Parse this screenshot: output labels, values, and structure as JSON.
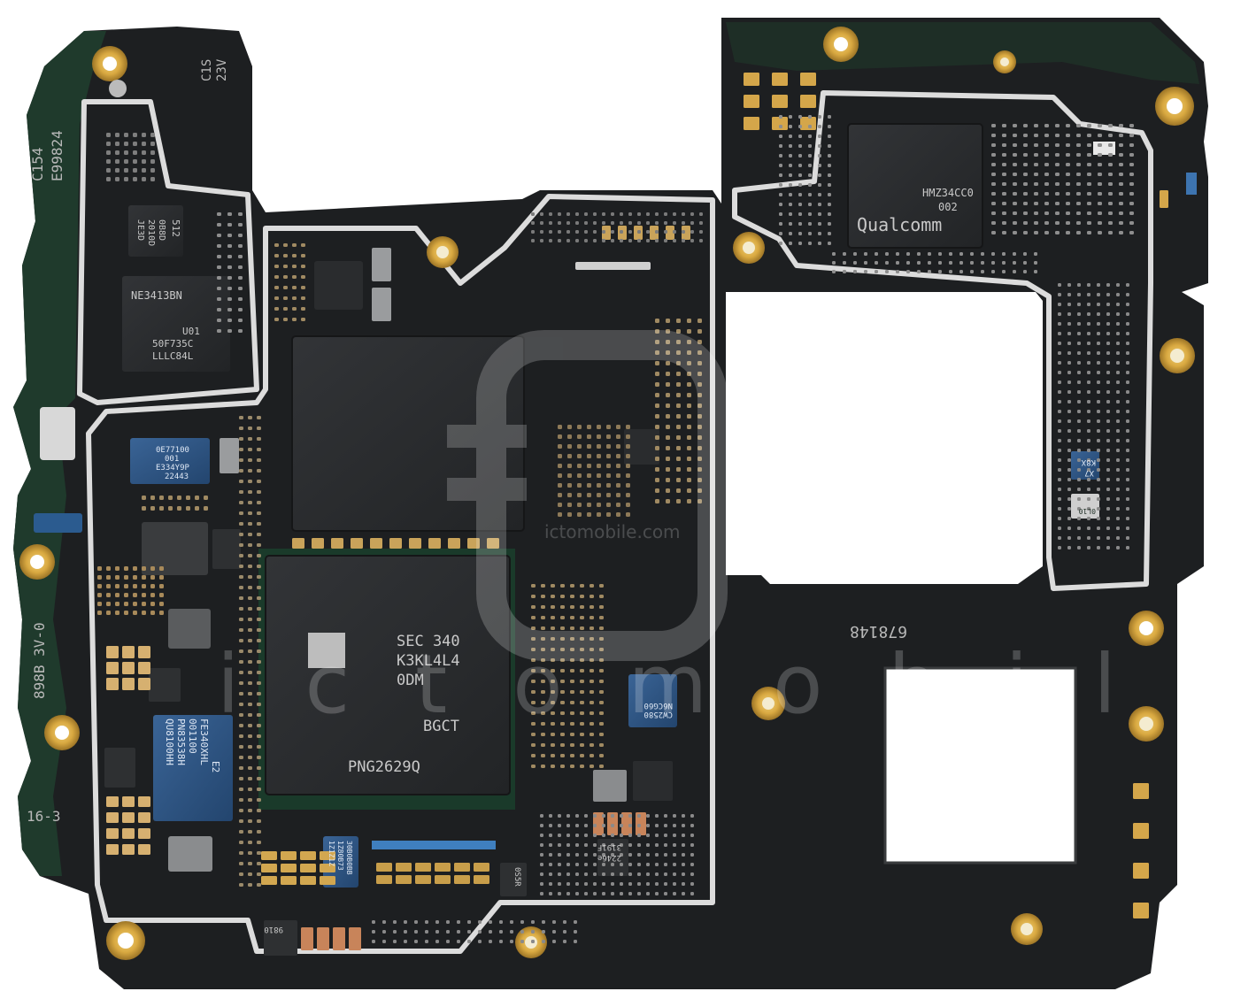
{
  "board": {
    "name": "Mainboard",
    "colors": {
      "pcb": "#1d1f21",
      "pcb_edge_green": "#1f3a2c",
      "gold": "#d9a941",
      "shield": "#d9d9d9",
      "chip": "#2a2c2e",
      "blue_chip": "#2c4f7a"
    }
  },
  "silkscreen": {
    "top_left_a": "C154",
    "top_left_b": "E99824",
    "top_mid_a": "C1S",
    "top_mid_b": "23V",
    "left_edge": "898B 3V-0",
    "bottom_left": "16-3",
    "board_number": "678148"
  },
  "chips": {
    "qualcomm": {
      "logo": "Qualcomm",
      "line1": "HMZ34CC0",
      "line2": "002"
    },
    "memory": {
      "line1": "SEC 340",
      "line2": "K3KL4L4",
      "line3": "0DM",
      "line4": "BGCT",
      "line5": "PNG2629Q"
    },
    "pmic_left": {
      "line1": "NE3413BN",
      "line2": "U01",
      "line3": "50F735C",
      "line4": "LLLC84L"
    },
    "small_top_left": {
      "line1": "512",
      "line2": "0B8D",
      "line3": "2010D",
      "line4": "JE3D"
    },
    "blue_small": {
      "line1": "0E77100",
      "line2": "001",
      "line3": "E334Y9P",
      "line4": "22443"
    },
    "blue_large": {
      "line1": "QU8100HH",
      "line2": "PN83538H",
      "line3": "001100",
      "line4": "FE340XHL",
      "line5": "E2"
    },
    "blue_mid": {
      "line1": "N6CG60",
      "line2": "CW2580"
    },
    "blue_bottom": {
      "line1": "1Z1Z1Z",
      "line2": "1Z80B73",
      "line3": "30B0B0BB"
    },
    "right_small_a": {
      "line1": "K8X",
      "line2": "X7"
    },
    "right_small_b": {
      "line1": "0L10"
    },
    "bottom_small_a": {
      "line1": "0S5R"
    },
    "bottom_small_b": {
      "line1": "3191F",
      "line2": "2246e"
    },
    "bottom_small_c": {
      "line1": "9810"
    }
  },
  "watermark": {
    "site": "ictomobile.com",
    "brand": "ictomobile"
  }
}
